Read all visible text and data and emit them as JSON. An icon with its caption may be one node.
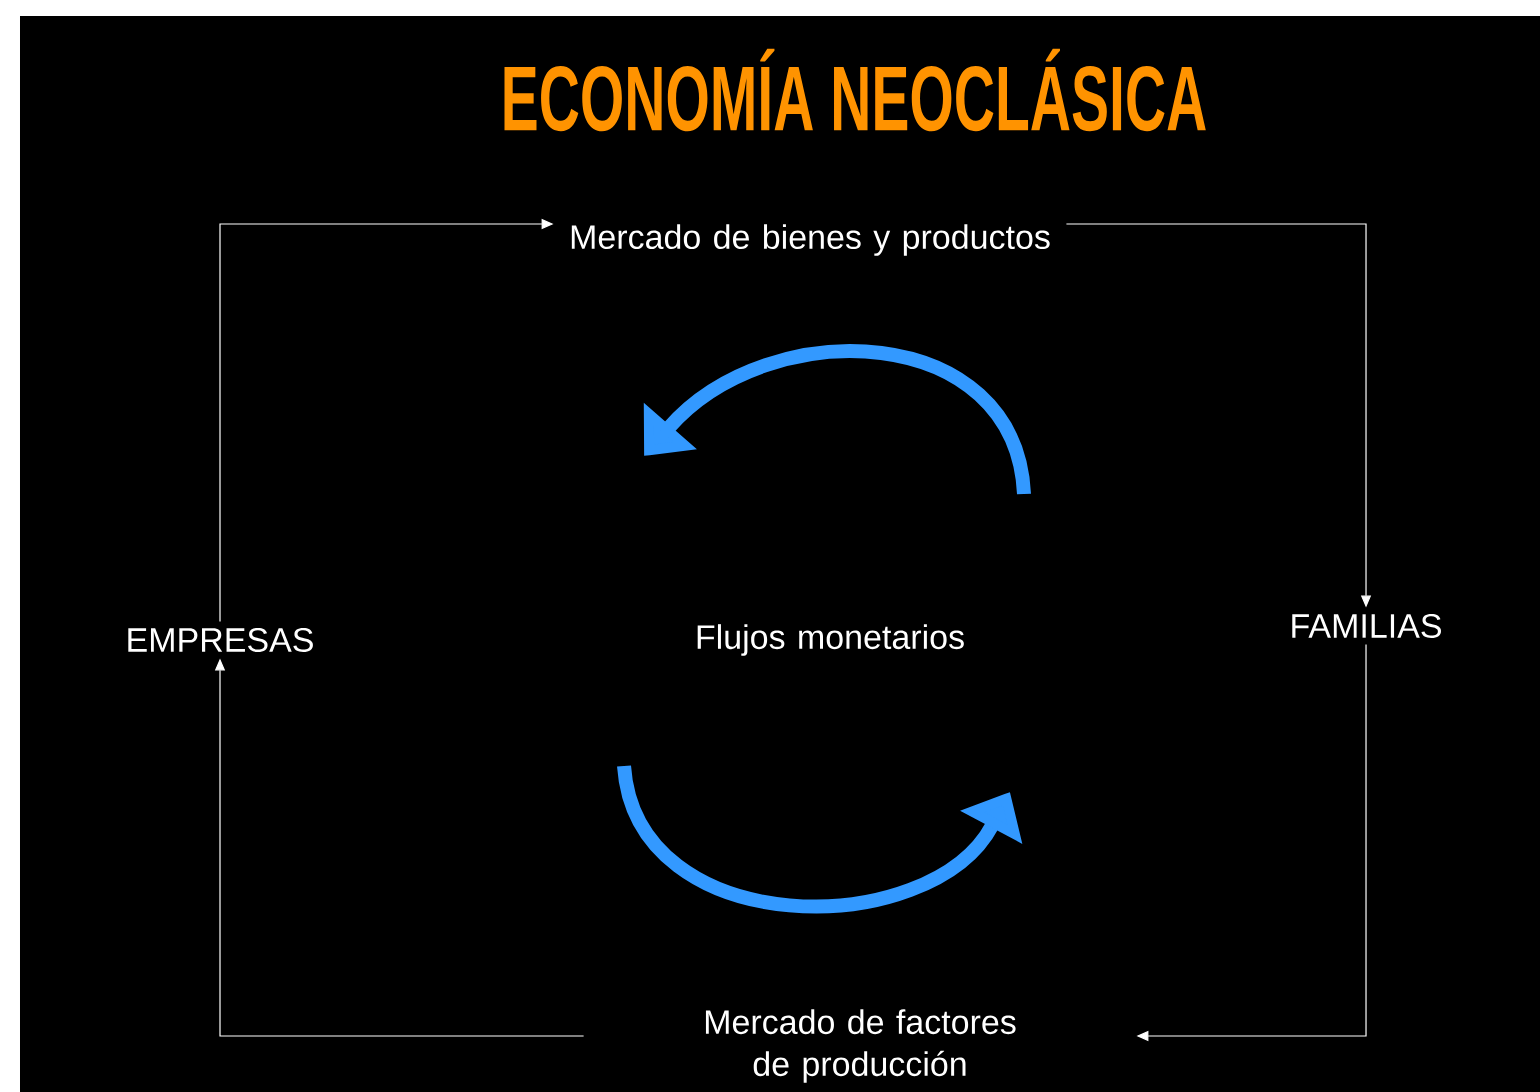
{
  "diagram": {
    "title": "ECONOMÍA NEOCLÁSICA",
    "nodes": [
      {
        "text": [
          "Mercado de bienes y productos"
        ]
      },
      {
        "text": [
          "FAMILIAS"
        ]
      },
      {
        "text": [
          "Mercado de factores de producción"
        ]
      },
      {
        "text": [
          "EMPRESAS"
        ]
      },
      {
        "text": [
          "Flujos monetarios"
        ]
      }
    ],
    "edges": [
      {
        "from": 3,
        "to": 0,
        "arrow": "to"
      },
      {
        "from": 0,
        "to": 1,
        "arrow": "to"
      },
      {
        "from": 1,
        "to": 2,
        "arrow": "to"
      },
      {
        "from": 2,
        "to": 3,
        "arrow": "to"
      }
    ]
  }
}
